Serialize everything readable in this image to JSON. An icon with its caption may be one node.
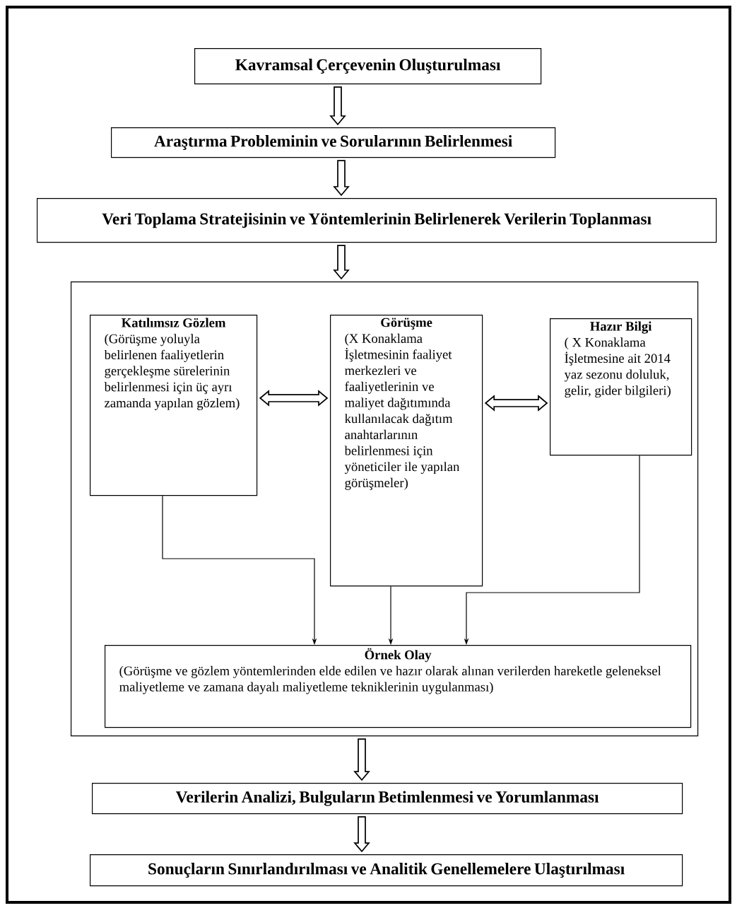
{
  "diagram": {
    "nodes": [
      {
        "text": [
          "Kavramsal Çerçevenin Oluşturulması"
        ]
      },
      {
        "text": [
          "Araştırma Probleminin ve Sorularının Belirlenmesi"
        ]
      },
      {
        "text": [
          "Veri Toplama Stratejisinin ve Yöntemlerinin Belirlenerek Verilerin Toplanması"
        ]
      },
      {
        "text": [],
        "shape": "box"
      },
      {
        "text": [
          "Katılımsız Gözlem",
          "(Görüşme yoluyla belirlenen faaliyetlerin gerçekleşme sürelerinin belirlenmesi için üç ayrı zamanda yapılan gözlem)"
        ],
        "in": 3
      },
      {
        "text": [
          "Görüşme",
          "(X Konaklama İşletmesinin faaliyet merkezleri ve faaliyetlerinin ve maliyet dağıtımında kullanılacak dağıtım anahtarlarının belirlenmesi için yöneticiler ile yapılan görüşmeler)"
        ],
        "in": 3
      },
      {
        "text": [
          "Hazır Bilgi",
          "( X Konaklama İşletmesine ait 2014 yaz sezonu doluluk, gelir, gider bilgileri)"
        ],
        "in": 3
      },
      {
        "text": [
          "Örnek Olay",
          "(Görüşme ve gözlem yöntemlerinden elde edilen ve hazır olarak alınan verilerden hareketle geleneksel maliyetleme ve zamana dayalı maliyetleme tekniklerinin uygulanması)"
        ],
        "in": 3
      },
      {
        "text": [
          "Verilerin Analizi, Bulguların Betimlenmesi ve Yorumlanması"
        ]
      },
      {
        "text": [
          "Sonuçların Sınırlandırılması ve Analitik Genellemelere Ulaştırılması"
        ]
      }
    ],
    "edges": [
      {
        "from": 0,
        "to": 1,
        "arrow": "to",
        "style": "thick"
      },
      {
        "from": 1,
        "to": 2,
        "arrow": "to",
        "style": "thick"
      },
      {
        "from": 2,
        "to": 3,
        "arrow": "to",
        "style": "thick"
      },
      {
        "from": 4,
        "to": 5,
        "arrow": "both",
        "style": "thick"
      },
      {
        "from": 5,
        "to": 6,
        "arrow": "both",
        "style": "thick"
      },
      {
        "from": 4,
        "to": 7,
        "arrow": "to"
      },
      {
        "from": 5,
        "to": 7,
        "arrow": "to"
      },
      {
        "from": 6,
        "to": 7,
        "arrow": "to"
      },
      {
        "from": 3,
        "to": 8,
        "arrow": "to",
        "style": "thick"
      },
      {
        "from": 8,
        "to": 9,
        "arrow": "to",
        "style": "thick"
      }
    ]
  }
}
